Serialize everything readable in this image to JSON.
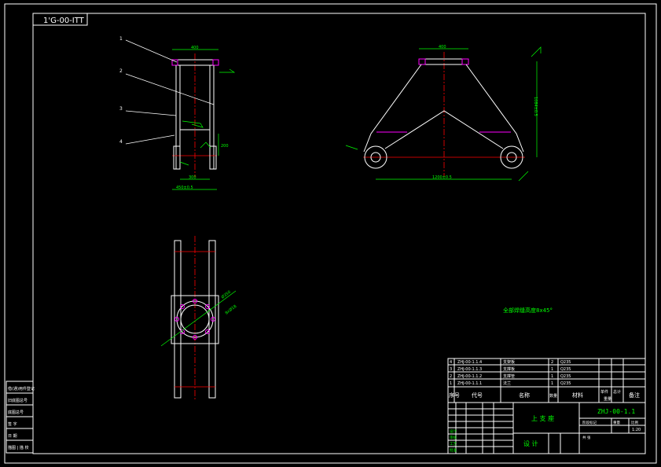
{
  "drawing_number_rotated": "1'G-00-ITT",
  "parts_list": [
    {
      "item": "4",
      "code": "ZHJ-00-1.1.4",
      "name": "支架板",
      "qty": "2",
      "material": "Q235"
    },
    {
      "item": "3",
      "code": "ZHJ-00-1.1.3",
      "name": "支撑板",
      "qty": "1",
      "material": "Q235"
    },
    {
      "item": "2",
      "code": "ZHJ-00-1.1.2",
      "name": "支撑管",
      "qty": "1",
      "material": "Q235"
    },
    {
      "item": "1",
      "code": "ZHJ-00-1.1.1",
      "name": "法兰",
      "qty": "1",
      "material": "Q235"
    }
  ],
  "parts_header": {
    "item": "序号",
    "code": "代号",
    "name": "名称",
    "qty": "数量",
    "material": "材料",
    "single_weight": "单件",
    "total_weight": "总计",
    "weight_note": "重量",
    "remark": "备注"
  },
  "title_block": {
    "part_name": "上 支 座",
    "drawing_no": "ZHJ-00-1.1",
    "scale": "1:20",
    "school": "设 计",
    "label_stage": "阶段标记",
    "label_weight": "重量",
    "label_scale": "比例",
    "label_sheet": "共 张",
    "label_designer": "设计",
    "label_check": "审核",
    "label_process": "工艺",
    "label_approve": "批准"
  },
  "technical_note": "全部焊缝高度8x45°",
  "left_strip_labels": [
    "借(通)用件登记",
    "旧底图总号",
    "底图总号",
    "签 字",
    "日 期",
    "描图 | 描 校"
  ],
  "callouts": [
    "1",
    "2",
    "3",
    "4"
  ],
  "dims": {
    "front_top": "400",
    "front_right": "200",
    "front_bottom_inner": "300",
    "front_bottom_outer": "450±0.5",
    "side_top": "400",
    "side_height": "1084±0.5",
    "side_bottom": "1200±0.5",
    "plan_diameter": "Ø350",
    "plan_bolts": "8xØ18"
  },
  "colors": {
    "background": "#000000",
    "line": "#ffffff",
    "dimension": "#00ff00",
    "centerline": "#ff0000",
    "hatch": "#ff00ff",
    "text": "#ffff00"
  }
}
